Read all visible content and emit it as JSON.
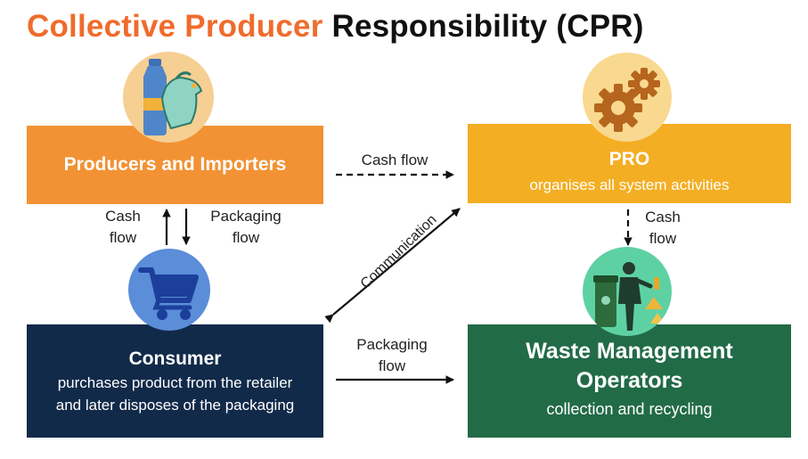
{
  "title": {
    "accent": "Collective Producer",
    "rest": "Responsibility (CPR)"
  },
  "nodes": {
    "producers": {
      "title": "Producers and Importers"
    },
    "pro": {
      "title": "PRO",
      "subtitle": "organises all system activities"
    },
    "consumer": {
      "title": "Consumer",
      "line1": "purchases product from the retailer",
      "line2": "and later disposes of the packaging"
    },
    "waste": {
      "title_line1": "Waste Management",
      "title_line2": "Operators",
      "subtitle": "collection and recycling"
    }
  },
  "flows": {
    "producers_to_pro": "Cash flow",
    "consumer_to_producers": {
      "line1": "Cash",
      "line2": "flow"
    },
    "producers_to_consumer": {
      "line1": "Packaging",
      "line2": "flow"
    },
    "pro_to_waste": {
      "line1": "Cash",
      "line2": "flow"
    },
    "consumer_to_waste": {
      "line1": "Packaging",
      "line2": "flow"
    },
    "communication": "Communication"
  },
  "colors": {
    "title_accent": "#ef6c2c",
    "producers": "#f29234",
    "pro": "#f4ae23",
    "consumer": "#122a4a",
    "waste": "#226b47"
  },
  "icons": {
    "producers": "bottle-and-bag-icon",
    "pro": "gears-icon",
    "consumer": "shopping-cart-icon",
    "waste": "waste-worker-icon"
  }
}
